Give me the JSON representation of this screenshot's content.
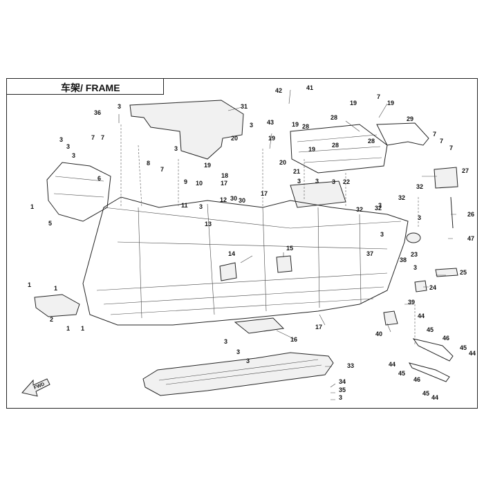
{
  "title": "车架/ FRAME",
  "fwd_label": "FWD",
  "callouts": [
    {
      "id": "c1a",
      "text": "1"
    },
    {
      "id": "c1b",
      "text": "1"
    },
    {
      "id": "c1c",
      "text": "1"
    },
    {
      "id": "c1d",
      "text": "1"
    },
    {
      "id": "c1e",
      "text": "1"
    },
    {
      "id": "c2",
      "text": "2"
    },
    {
      "id": "c3a",
      "text": "3"
    },
    {
      "id": "c3b",
      "text": "3"
    },
    {
      "id": "c3c",
      "text": "3"
    },
    {
      "id": "c3d",
      "text": "3"
    },
    {
      "id": "c3e",
      "text": "3"
    },
    {
      "id": "c3f",
      "text": "3"
    },
    {
      "id": "c3g",
      "text": "3"
    },
    {
      "id": "c3h",
      "text": "3"
    },
    {
      "id": "c3i",
      "text": "3"
    },
    {
      "id": "c3j",
      "text": "3"
    },
    {
      "id": "c3k",
      "text": "3"
    },
    {
      "id": "c3l",
      "text": "3"
    },
    {
      "id": "c3m",
      "text": "3"
    },
    {
      "id": "c3n",
      "text": "3"
    },
    {
      "id": "c3o",
      "text": "3"
    },
    {
      "id": "c3p",
      "text": "3"
    },
    {
      "id": "c3q",
      "text": "3"
    },
    {
      "id": "c3r",
      "text": "3"
    },
    {
      "id": "c5",
      "text": "5"
    },
    {
      "id": "c6",
      "text": "6"
    },
    {
      "id": "c7a",
      "text": "7"
    },
    {
      "id": "c7b",
      "text": "7"
    },
    {
      "id": "c7c",
      "text": "7"
    },
    {
      "id": "c7d",
      "text": "7"
    },
    {
      "id": "c7e",
      "text": "7"
    },
    {
      "id": "c7f",
      "text": "7"
    },
    {
      "id": "c7g",
      "text": "7"
    },
    {
      "id": "c8",
      "text": "8"
    },
    {
      "id": "c9",
      "text": "9"
    },
    {
      "id": "c10",
      "text": "10"
    },
    {
      "id": "c11",
      "text": "11"
    },
    {
      "id": "c12",
      "text": "12"
    },
    {
      "id": "c13",
      "text": "13"
    },
    {
      "id": "c14",
      "text": "14"
    },
    {
      "id": "c15",
      "text": "15"
    },
    {
      "id": "c16",
      "text": "16"
    },
    {
      "id": "c17a",
      "text": "17"
    },
    {
      "id": "c17b",
      "text": "17"
    },
    {
      "id": "c17c",
      "text": "17"
    },
    {
      "id": "c18",
      "text": "18"
    },
    {
      "id": "c19a",
      "text": "19"
    },
    {
      "id": "c19b",
      "text": "19"
    },
    {
      "id": "c19c",
      "text": "19"
    },
    {
      "id": "c19d",
      "text": "19"
    },
    {
      "id": "c19e",
      "text": "19"
    },
    {
      "id": "c19f",
      "text": "19"
    },
    {
      "id": "c20a",
      "text": "20"
    },
    {
      "id": "c20b",
      "text": "20"
    },
    {
      "id": "c21",
      "text": "21"
    },
    {
      "id": "c22",
      "text": "22"
    },
    {
      "id": "c23",
      "text": "23"
    },
    {
      "id": "c24",
      "text": "24"
    },
    {
      "id": "c25",
      "text": "25"
    },
    {
      "id": "c26",
      "text": "26"
    },
    {
      "id": "c27",
      "text": "27"
    },
    {
      "id": "c28a",
      "text": "28"
    },
    {
      "id": "c28b",
      "text": "28"
    },
    {
      "id": "c28c",
      "text": "28"
    },
    {
      "id": "c28d",
      "text": "28"
    },
    {
      "id": "c29",
      "text": "29"
    },
    {
      "id": "c30a",
      "text": "30"
    },
    {
      "id": "c30b",
      "text": "30"
    },
    {
      "id": "c31",
      "text": "31"
    },
    {
      "id": "c32a",
      "text": "32"
    },
    {
      "id": "c32b",
      "text": "32"
    },
    {
      "id": "c32c",
      "text": "32"
    },
    {
      "id": "c32d",
      "text": "32"
    },
    {
      "id": "c33",
      "text": "33"
    },
    {
      "id": "c34",
      "text": "34"
    },
    {
      "id": "c35",
      "text": "35"
    },
    {
      "id": "c36",
      "text": "36"
    },
    {
      "id": "c37",
      "text": "37"
    },
    {
      "id": "c38",
      "text": "38"
    },
    {
      "id": "c39",
      "text": "39"
    },
    {
      "id": "c40",
      "text": "40"
    },
    {
      "id": "c41",
      "text": "41"
    },
    {
      "id": "c42",
      "text": "42"
    },
    {
      "id": "c43",
      "text": "43"
    },
    {
      "id": "c44a",
      "text": "44"
    },
    {
      "id": "c44b",
      "text": "44"
    },
    {
      "id": "c44c",
      "text": "44"
    },
    {
      "id": "c44d",
      "text": "44"
    },
    {
      "id": "c45a",
      "text": "45"
    },
    {
      "id": "c45b",
      "text": "45"
    },
    {
      "id": "c45c",
      "text": "45"
    },
    {
      "id": "c45d",
      "text": "45"
    },
    {
      "id": "c46a",
      "text": "46"
    },
    {
      "id": "c46b",
      "text": "46"
    },
    {
      "id": "c47",
      "text": "47"
    }
  ]
}
